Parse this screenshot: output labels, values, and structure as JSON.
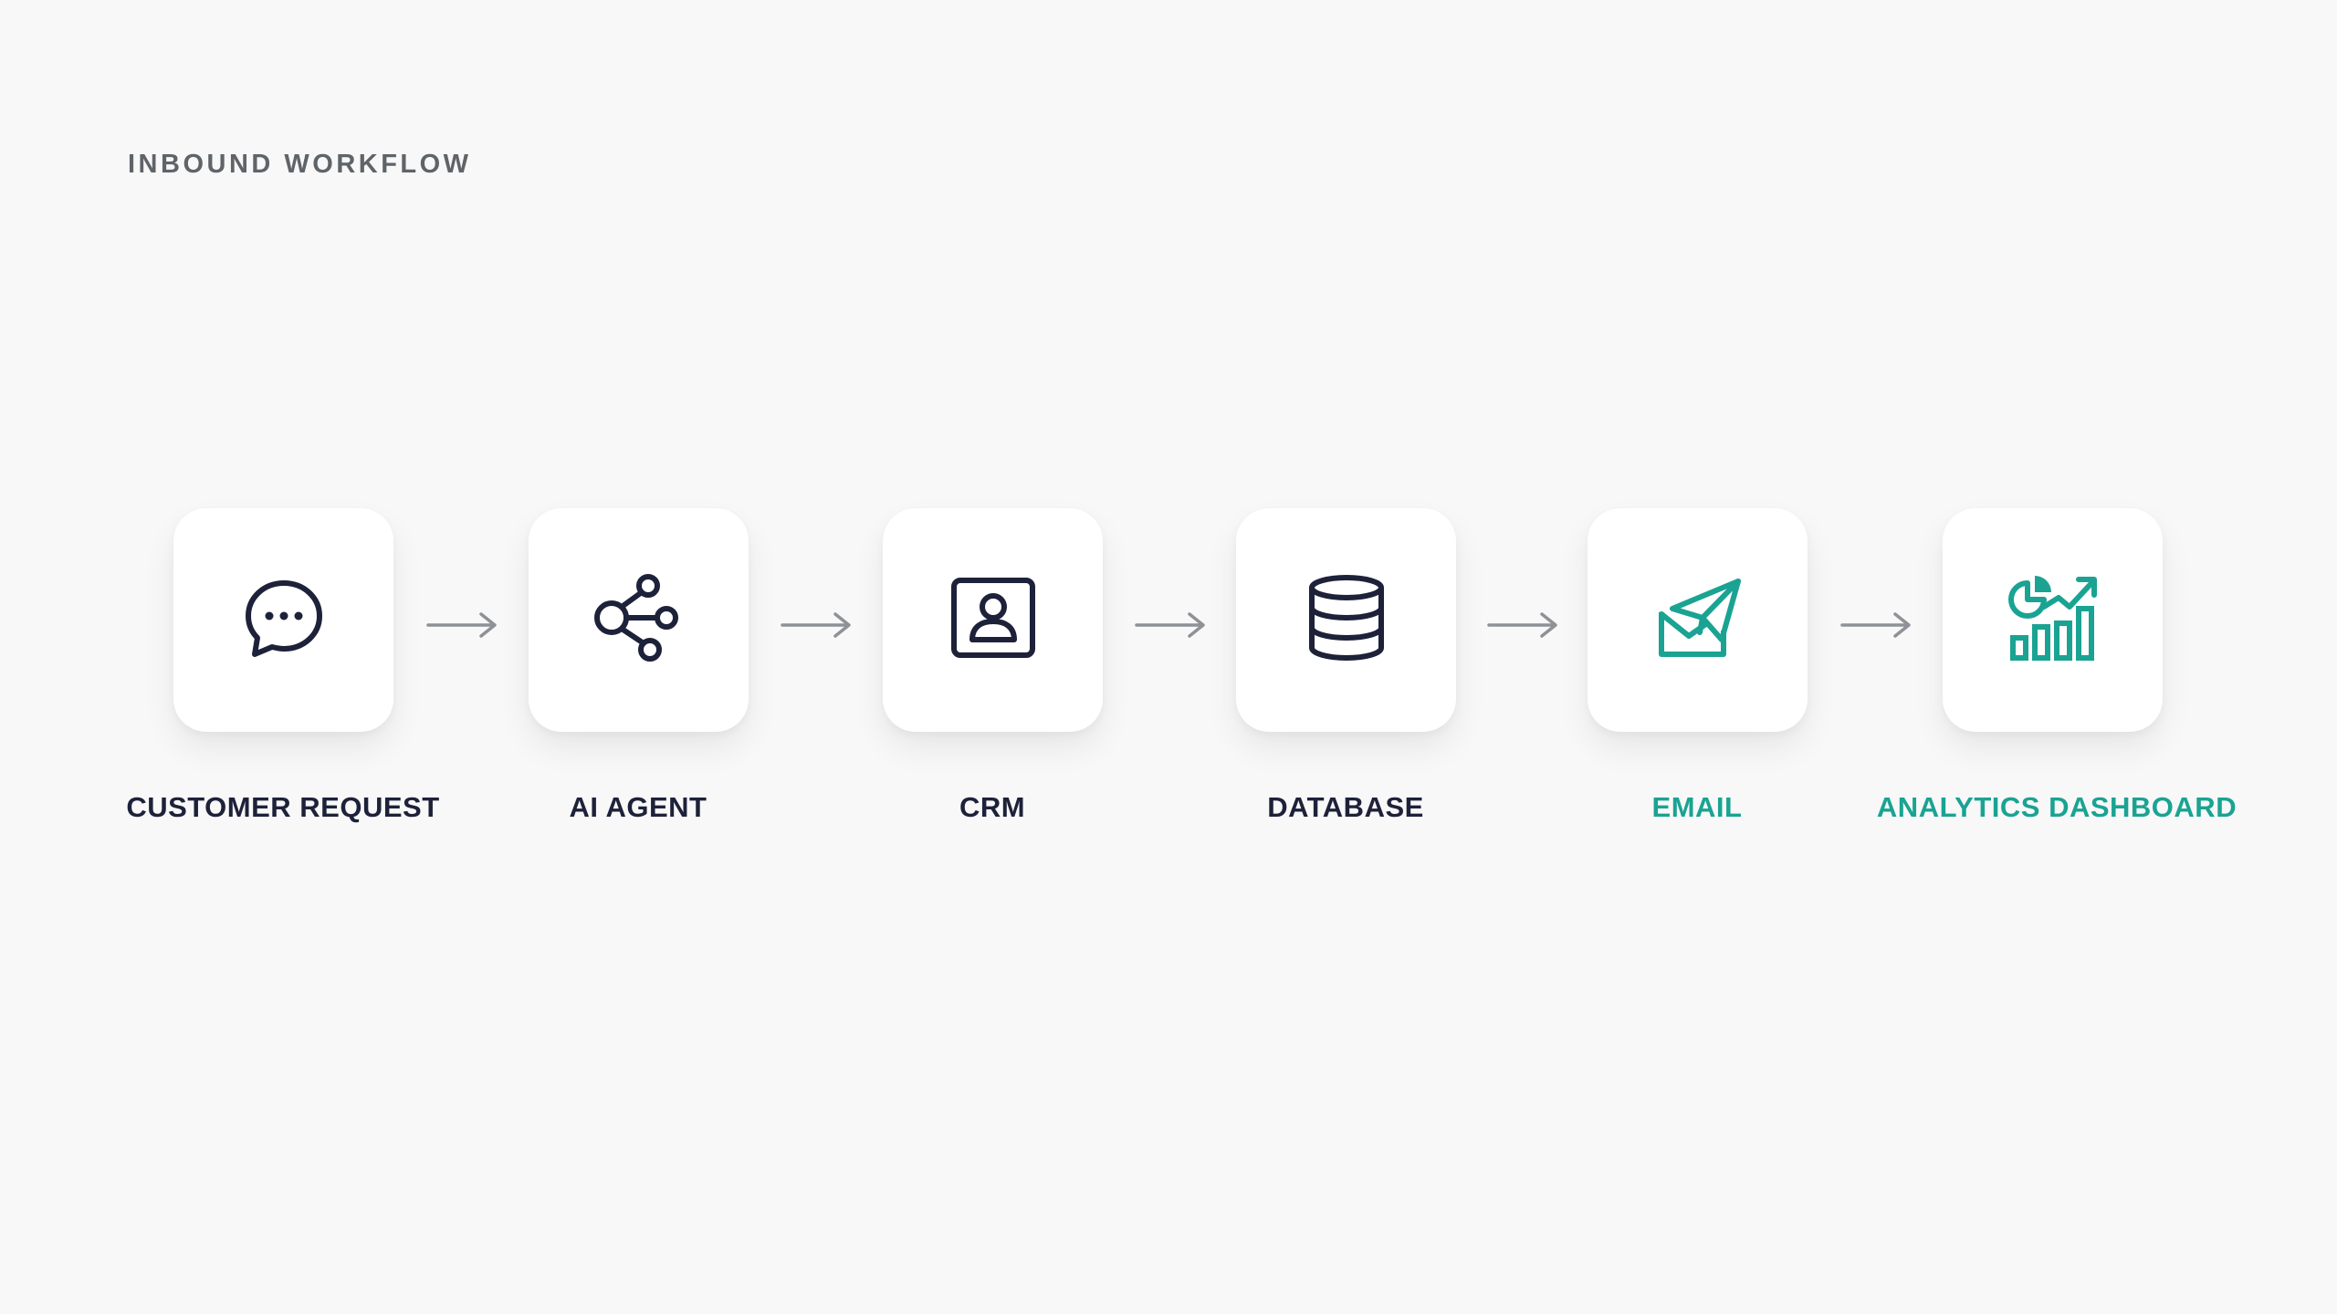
{
  "header": {
    "title": "INBOUND WORKFLOW"
  },
  "colors": {
    "background": "#f8f8f8",
    "card": "#ffffff",
    "icon_dark": "#1d2139",
    "accent": "#1aa392",
    "arrow": "#8e9196",
    "header_text": "#5f6469"
  },
  "steps": [
    {
      "label": "CUSTOMER REQUEST",
      "icon": "chat-bubble-icon",
      "accent": false
    },
    {
      "label": "AI AGENT",
      "icon": "network-nodes-icon",
      "accent": false
    },
    {
      "label": "CRM",
      "icon": "contact-card-icon",
      "accent": false
    },
    {
      "label": "DATABASE",
      "icon": "database-icon",
      "accent": false
    },
    {
      "label": "EMAIL",
      "icon": "paper-plane-envelope-icon",
      "accent": true
    },
    {
      "label": "ANALYTICS DASHBOARD",
      "icon": "analytics-chart-icon",
      "accent": true
    }
  ],
  "connectors": {
    "count": 5,
    "icon": "arrow-right-icon"
  }
}
